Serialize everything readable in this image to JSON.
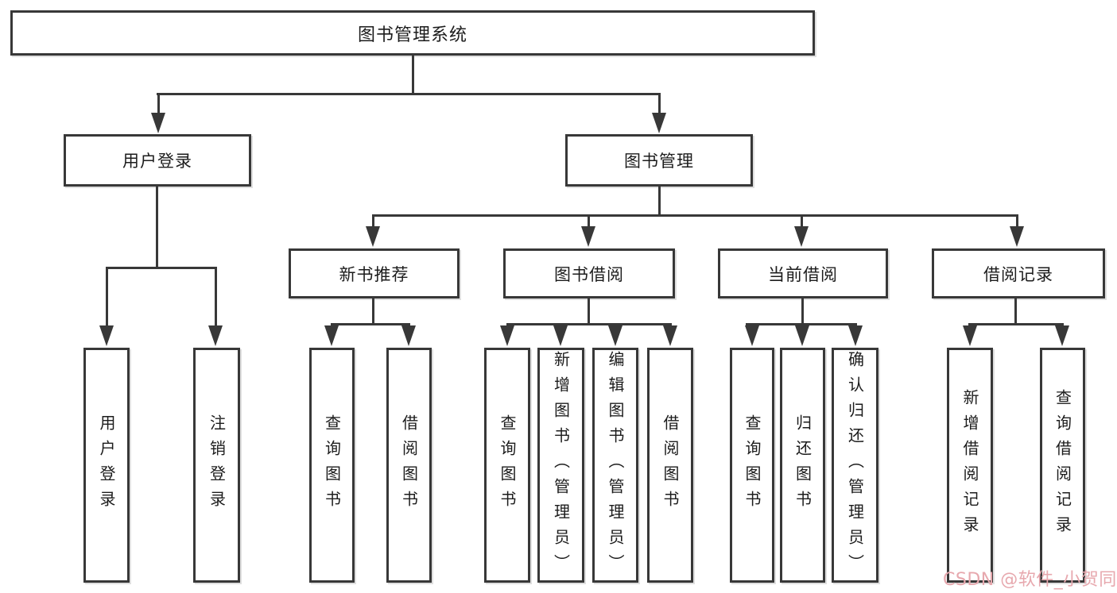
{
  "nodes": {
    "root": "图书管理系统",
    "user_login": "用户登录",
    "book_mgmt": "图书管理",
    "new_book_rec": "新书推荐",
    "book_borrow": "图书借阅",
    "current_borrow": "当前借阅",
    "borrow_record": "借阅记录",
    "leaf_user_login": "用户登录",
    "leaf_logout": "注销登录",
    "leaf_query_book_rec": "查询图书",
    "leaf_borrow_book_rec": "借阅图书",
    "leaf_query_book_borrow": "查询图书",
    "leaf_add_book": "新增图书（管理员）",
    "leaf_edit_book": "编辑图书（管理员）",
    "leaf_borrow_book_borrow": "借阅图书",
    "leaf_query_book_current": "查询图书",
    "leaf_return_book": "归还图书",
    "leaf_confirm_return": "确认归还（管理员）",
    "leaf_add_borrow_record": "新增借阅记录",
    "leaf_query_borrow_record": "查询借阅记录"
  },
  "watermark": {
    "text": "CSDN @软件_小贺同学"
  },
  "colors": {
    "line": "#383838",
    "text": "#1c1c1c",
    "background": "#ffffff",
    "watermark": "#e7a8ae"
  }
}
